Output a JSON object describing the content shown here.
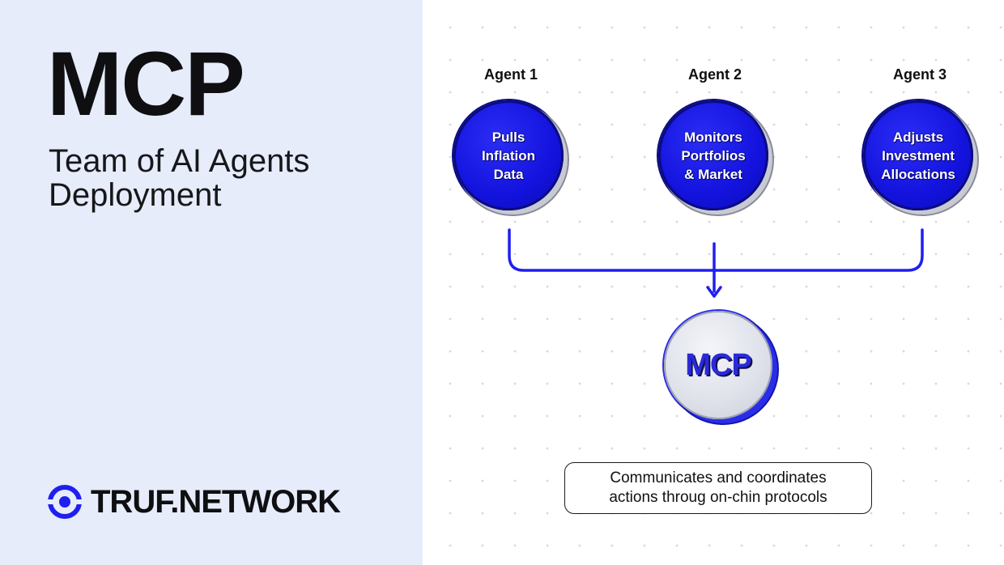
{
  "header": {
    "title": "MCP",
    "subtitle_line1": "Team of AI Agents",
    "subtitle_line2": "Deployment"
  },
  "brand": {
    "name": "TRUF.NETWORK",
    "icon": "truf-logo-icon",
    "color": "#1f1ff0"
  },
  "diagram": {
    "agents": [
      {
        "label": "Agent 1",
        "lines": [
          "Pulls",
          "Inflation",
          "Data"
        ]
      },
      {
        "label": "Agent 2",
        "lines": [
          "Monitors",
          "Portfolios",
          "& Market"
        ]
      },
      {
        "label": "Agent 3",
        "lines": [
          "Adjusts",
          "Investment",
          "Allocations"
        ]
      }
    ],
    "hub": {
      "label": "MCP"
    },
    "note": {
      "line1": "Communicates and coordinates",
      "line2": "actions throug on-chin protocols"
    },
    "colors": {
      "agent_fill": "#1414e0",
      "connector": "#1f1ff0",
      "left_panel_bg": "#e6ecf9"
    }
  }
}
